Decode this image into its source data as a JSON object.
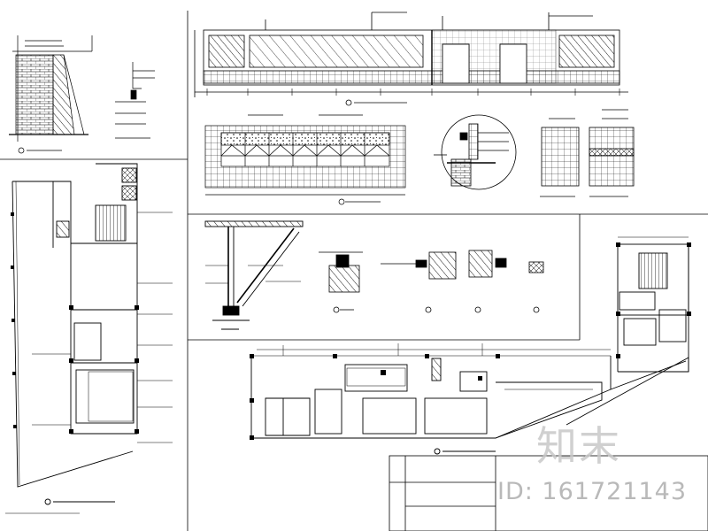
{
  "drawing": {
    "line_color": "#000000",
    "background": "#ffffff"
  },
  "watermark": {
    "brand": "知末",
    "id_text": "ID: 161721143",
    "color": "#c0c0c0"
  },
  "icons": [
    "north-arrow-icon",
    "section-marker-icon",
    "logo-watermark"
  ]
}
